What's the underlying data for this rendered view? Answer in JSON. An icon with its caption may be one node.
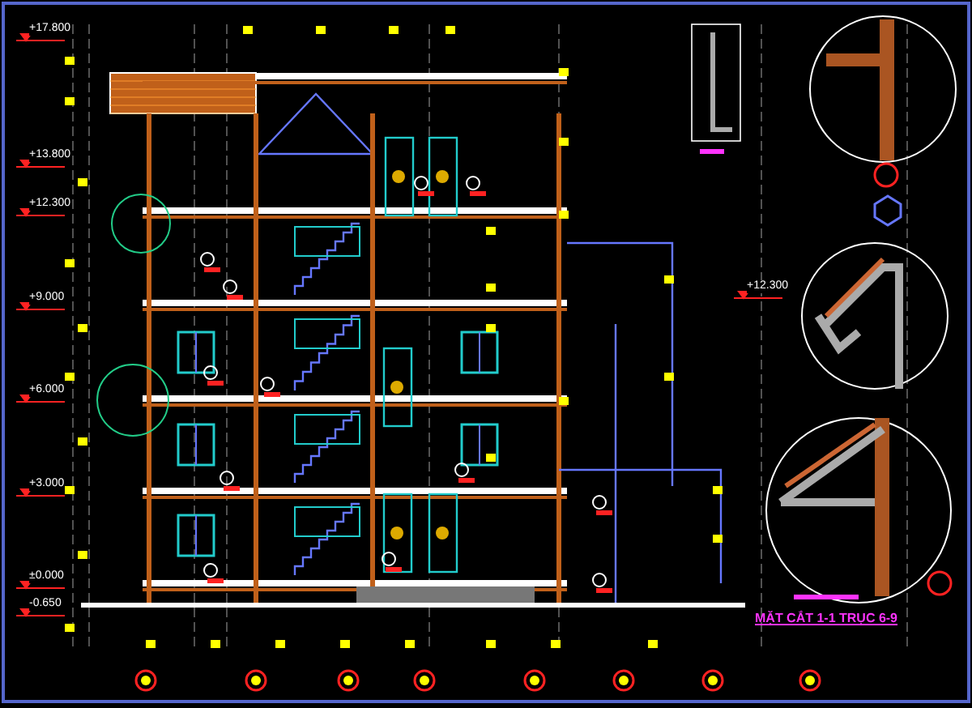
{
  "diagram": {
    "title": "MẶT CẮT 1-1 TRỤC 6-9",
    "labels": [
      "+17.800",
      "+13.800",
      "+12.300",
      "+9.000",
      "+6.000",
      "+3.000",
      "±0.000",
      "-0.650",
      "+12.300"
    ]
  }
}
